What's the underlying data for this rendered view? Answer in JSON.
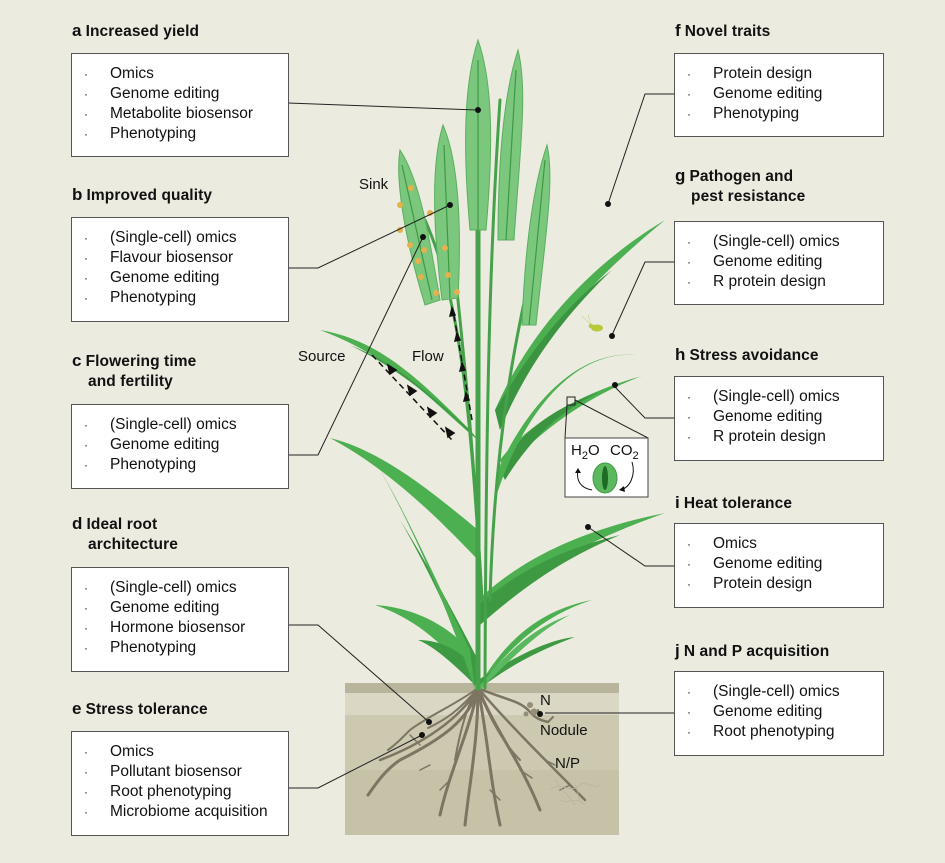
{
  "panels": [
    {
      "letter": "a",
      "title": "Increased yield",
      "items": [
        "Omics",
        "Genome editing",
        "Metabolite biosensor",
        "Phenotyping"
      ]
    },
    {
      "letter": "b",
      "title": "Improved quality",
      "items": [
        "(Single-cell) omics",
        "Flavour biosensor",
        "Genome editing",
        "Phenotyping"
      ]
    },
    {
      "letter": "c",
      "title": "Flowering time",
      "title2": "and fertility",
      "items": [
        "(Single-cell) omics",
        "Genome editing",
        "Phenotyping"
      ]
    },
    {
      "letter": "d",
      "title": "Ideal root",
      "title2": "architecture",
      "items": [
        "(Single-cell) omics",
        "Genome editing",
        "Hormone biosensor",
        "Phenotyping"
      ]
    },
    {
      "letter": "e",
      "title": "Stress tolerance",
      "items": [
        "Omics",
        "Pollutant biosensor",
        "Root phenotyping",
        "Microbiome acquisition"
      ]
    },
    {
      "letter": "f",
      "title": "Novel traits",
      "items": [
        "Protein design",
        "Genome editing",
        "Phenotyping"
      ]
    },
    {
      "letter": "g",
      "title": "Pathogen and",
      "title2": "pest resistance",
      "items": [
        "(Single-cell) omics",
        "Genome editing",
        "R protein design"
      ]
    },
    {
      "letter": "h",
      "title": "Stress avoidance",
      "items": [
        "(Single-cell) omics",
        "Genome editing",
        "R protein design"
      ]
    },
    {
      "letter": "i",
      "title": "Heat tolerance",
      "items": [
        "Omics",
        "Genome editing",
        "Protein design"
      ]
    },
    {
      "letter": "j",
      "title": "N and P acquisition",
      "items": [
        "(Single-cell) omics",
        "Genome editing",
        "Root phenotyping"
      ]
    }
  ],
  "bullet": "·",
  "labels": {
    "sink": "Sink",
    "source": "Source",
    "flow": "Flow",
    "n": "N",
    "nodule": "Nodule",
    "np": "N/P",
    "h2o_main": "H",
    "h2o_sub": "2",
    "h2o_end": "O",
    "co2_main": "CO",
    "co2_sub": "2"
  },
  "colors": {
    "background": "#ecebe0",
    "leaf": "#4caf50",
    "leaf_dark": "#3a9440",
    "spike": "#7bc77e",
    "soil_top": "#d9d6c2",
    "soil": "#cbc7ae",
    "root": "#7a7460",
    "anther": "#e6b04a"
  }
}
